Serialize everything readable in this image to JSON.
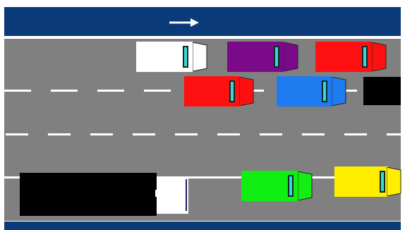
{
  "scene": {
    "direction_arrow": "right-arrow-icon",
    "colors": {
      "banner": "#0a3a78",
      "road": "#808080",
      "lane_marking": "#ffffff",
      "windshield": "#3fd6d6"
    },
    "lanes": 3,
    "vehicles": [
      {
        "name": "white-car",
        "color": "#ffffff",
        "lane": 1
      },
      {
        "name": "purple-car",
        "color": "#7a0a8a",
        "lane": 1
      },
      {
        "name": "red-car-lane1",
        "color": "#ff1010",
        "lane": 1
      },
      {
        "name": "red-car-lane2",
        "color": "#ff1010",
        "lane": 2
      },
      {
        "name": "blue-car",
        "color": "#1e7bf0",
        "lane": 2
      },
      {
        "name": "black-car",
        "color": "#000000",
        "lane": 2
      },
      {
        "name": "truck",
        "color": "#000000",
        "lane": 3
      },
      {
        "name": "green-car",
        "color": "#11ee11",
        "lane": 3
      },
      {
        "name": "yellow-car",
        "color": "#ffee00",
        "lane": 3
      }
    ]
  }
}
